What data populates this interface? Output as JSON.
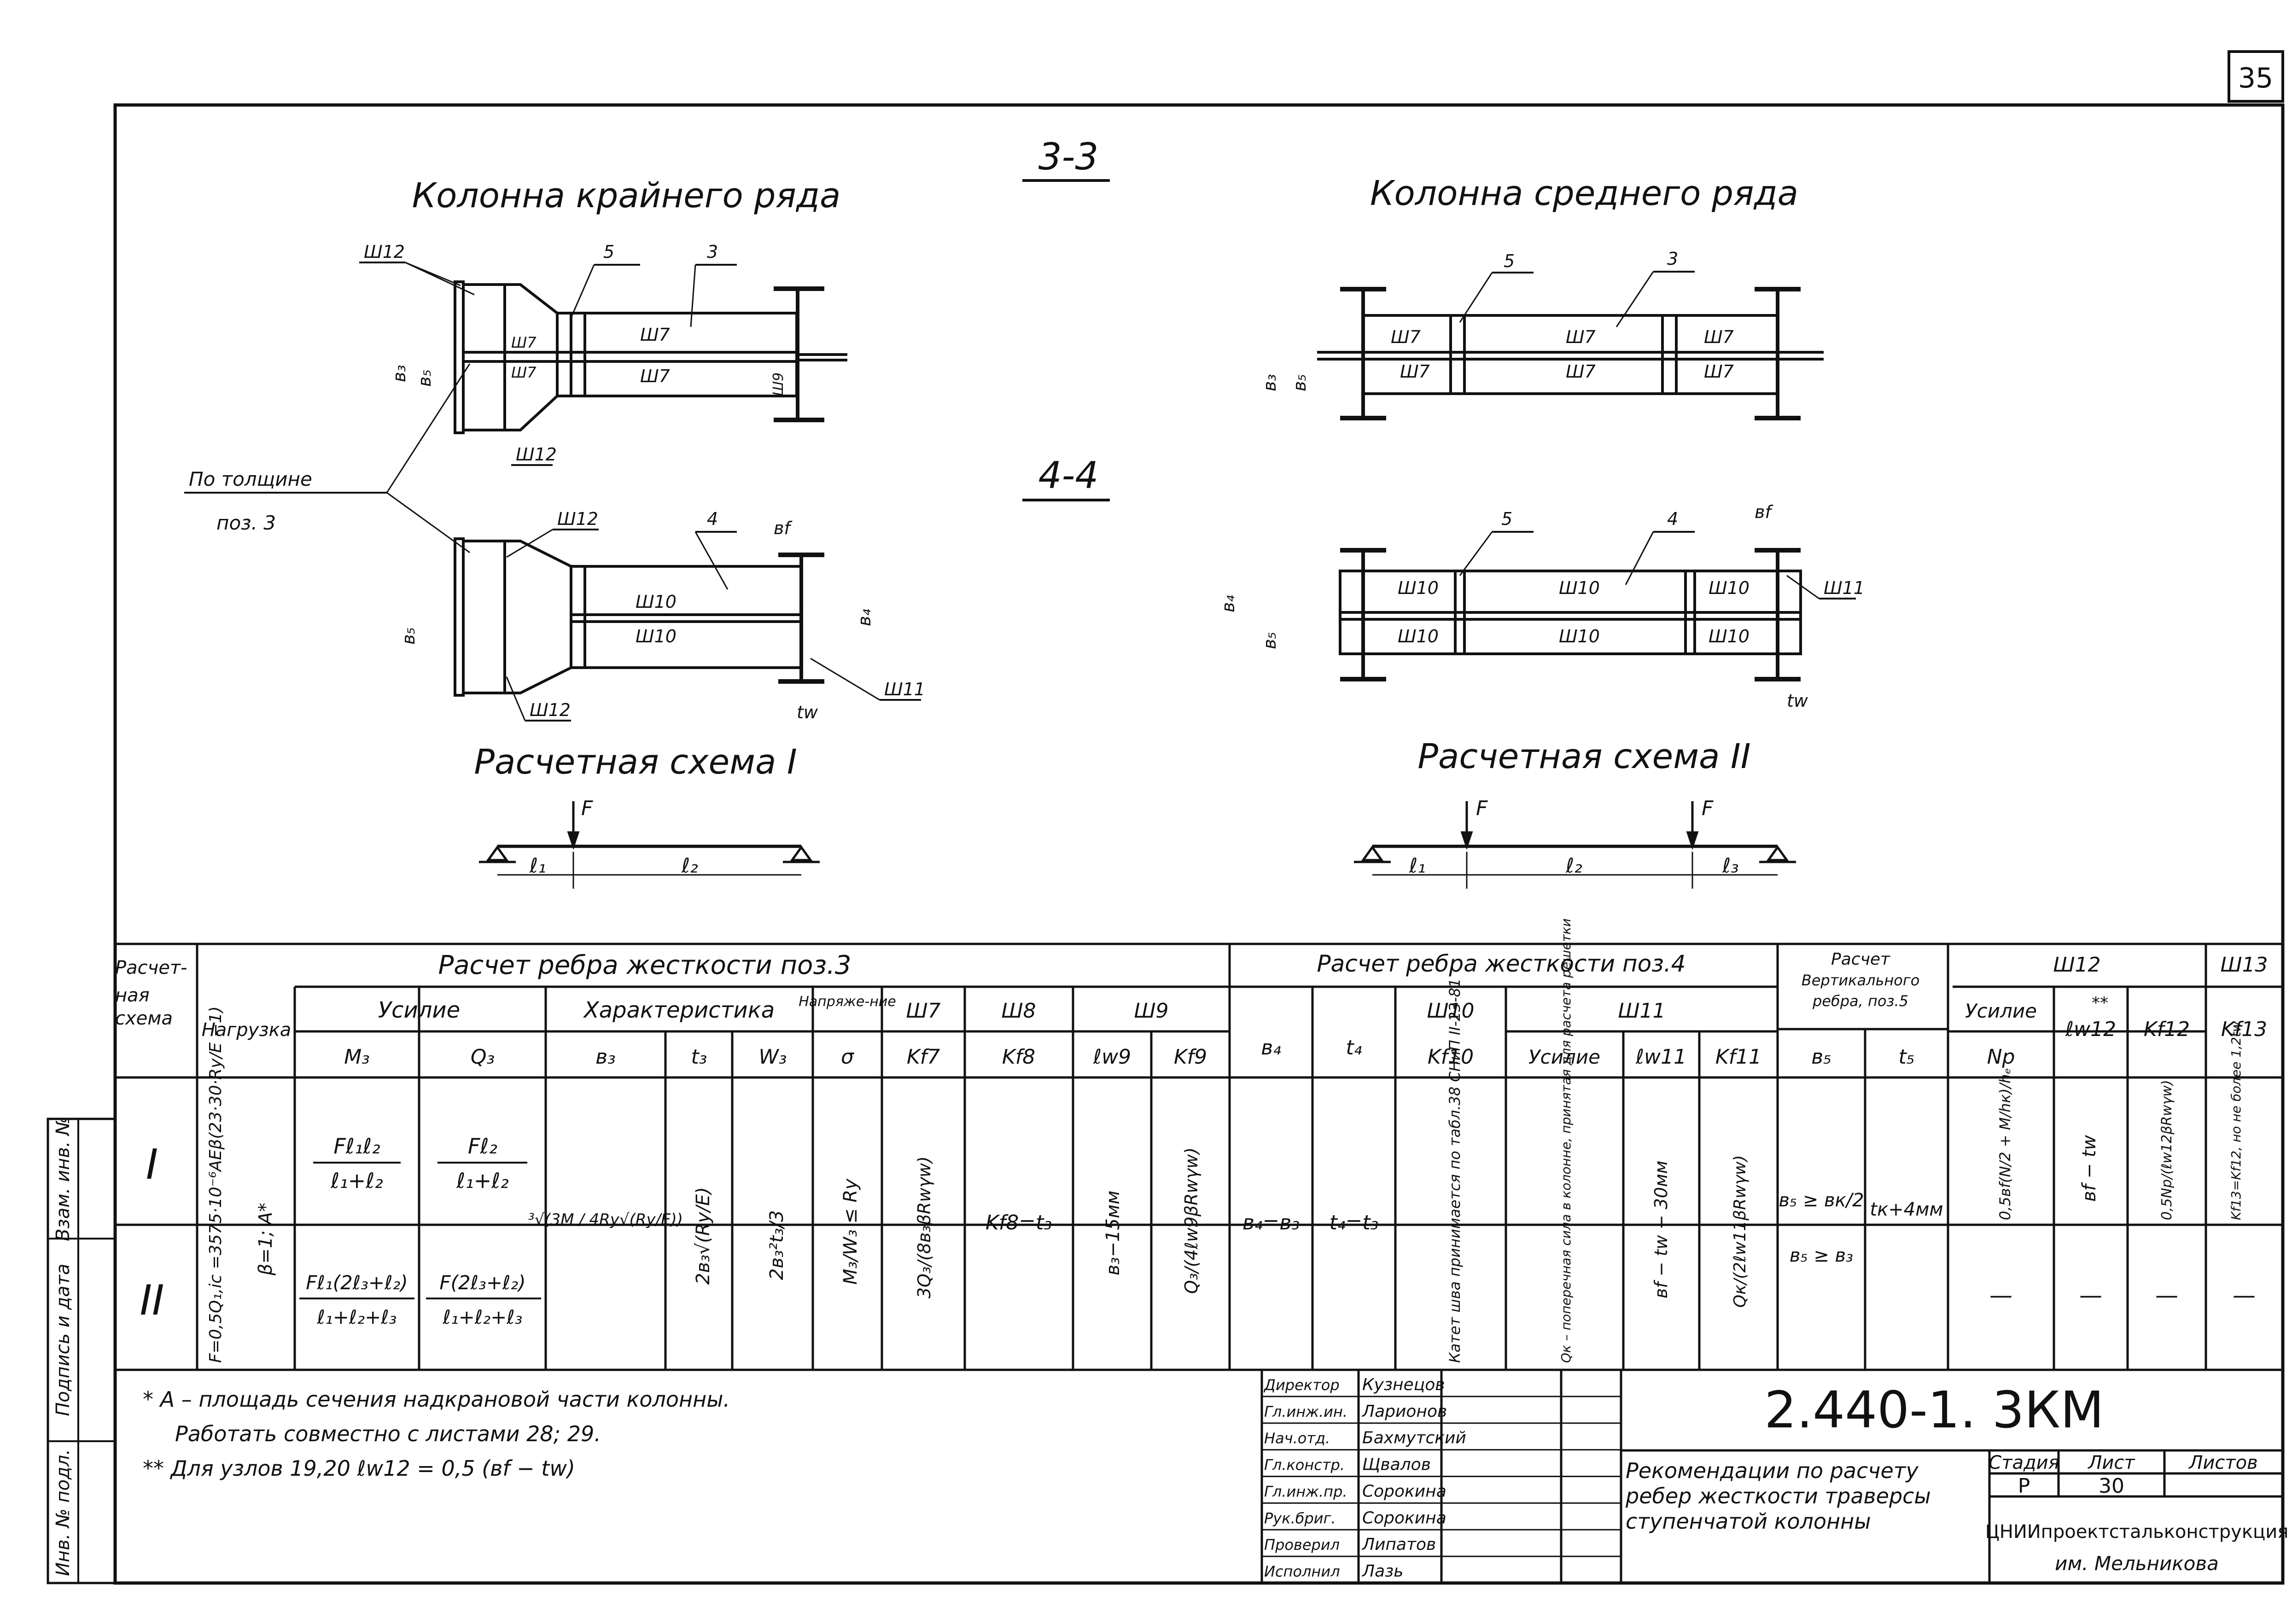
{
  "page_number": "35",
  "section_33": "3-3",
  "section_44": "4-4",
  "col_edge_title": "Колонна крайнего ряда",
  "col_mid_title": "Колонна среднего ряда",
  "scheme1_title": "Расчетная схема I",
  "scheme2_title": "Расчетная схема II",
  "thickness_note_1": "По толщине",
  "thickness_note_2": "поз. 3",
  "loads": {
    "F": "F",
    "l1": "ℓ₁",
    "l2": "ℓ₂",
    "l3": "ℓ₃"
  },
  "welds": {
    "w7": "Ш7",
    "w8": "Ш8",
    "w9": "Ш9",
    "w10": "Ш10",
    "w11": "Ш11",
    "w12": "Ш12",
    "w13": "Ш13"
  },
  "dims": {
    "b3": "в₃",
    "b4": "в₄",
    "b5": "в₅",
    "bf": "вf",
    "tw": "tw"
  },
  "pos": {
    "p3": "3",
    "p4": "4",
    "p5": "5"
  },
  "table": {
    "h_scheme": "Расчет-ная схема",
    "h_load": "Нагрузка",
    "h_rib3": "Расчет ребра жесткости поз.3",
    "h_rib4": "Расчет ребра жесткости поз.4",
    "h_rib5": "Расчет Вертикального ребра, поз.5",
    "h_force": "Усилие",
    "h_char": "Характеристика",
    "h_stress": "Напряже-ние",
    "h_w7": "Ш7",
    "h_w8": "Ш8",
    "h_w9": "Ш9",
    "h_w10": "Ш10",
    "h_w11": "Ш11",
    "h_w12": "Ш12",
    "h_w13": "Ш13",
    "h_force2": "Усилие",
    "h_force3": "Усилие",
    "c_M3": "M₃",
    "c_Q3": "Q₃",
    "c_b3": "в₃",
    "c_t3": "t₃",
    "c_W3": "W₃",
    "c_sig": "σ",
    "c_Kf7": "Kf7",
    "c_Kf8": "Kf8",
    "c_lw9": "ℓw9",
    "c_Kf9": "Kf9",
    "c_b4": "в₄",
    "c_t4": "t₄",
    "c_Kf10": "Kf10",
    "c_lw11": "ℓw11",
    "c_Kf11": "Kf11",
    "c_b5": "в₅",
    "c_t5": "t₅",
    "c_Np": "Np",
    "c_lw12": "ℓw12",
    "c_lw12_mark": "**",
    "c_Kf12": "Kf12",
    "c_Kf13": "Kf13",
    "row1": "I",
    "row2": "II",
    "load_formula": "F=0,5Q₁,ic =3575·10⁻⁶AEβ(23·30·Ry/E −1)",
    "beta": "β=1; A*",
    "M3_1_num": "Fℓ₁ℓ₂",
    "M3_1_den": "ℓ₁+ℓ₂",
    "Q3_1_num": "Fℓ₂",
    "Q3_1_den": "ℓ₁+ℓ₂",
    "M3_2_num": "Fℓ₁(2ℓ₃+ℓ₂)",
    "M3_2_den": "ℓ₁+ℓ₂+ℓ₃",
    "Q3_2_num": "F(2ℓ₃+ℓ₂)",
    "Q3_2_den": "ℓ₁+ℓ₂+ℓ₃",
    "b3_formula": "³√(3M / 4Ry√(Ry/E))",
    "t3_formula": "2в₃√(Ry/E)",
    "W3_formula": "2в₃²t₃/3",
    "sig_formula": "M₃/W₃ ≤ Ry",
    "Kf7_formula": "3Q₃/(8в₃βRwγw)",
    "Kf8_formula": "Kf8=t₃",
    "lw9_formula": "в₃−15мм",
    "Kf9_formula": "Q₃/(4ℓw9βRwγw)",
    "b4_formula": "в₄=в₃",
    "t4_formula": "t₄=t₃",
    "Kf10_text": "Катет шва принимается по табл.38 СНиП II-23-81",
    "w11_force_text": "Qк – поперечная сила в колонне, принятая для расчета решетки",
    "lw11_formula": "вf − tw − 30мм",
    "Kf11_formula": "Qк/(2ℓw11βRwγw)",
    "b5_formula_1": "в₅ ≥ вк/2",
    "b5_formula_2": "в₅ ≥ в₃",
    "t5_formula": "tк+4мм",
    "Np_formula": "0,5вf(N/2 + M/hк)/hₑ",
    "lw12_formula": "вf − tw",
    "Kf12_formula": "0,5Np/(ℓw12βRwγw)",
    "Kf13_formula": "Kf13=Kf12, но не более 1,2tw",
    "dash": "—"
  },
  "notes": {
    "n1": "* A – площадь сечения надкрановой части колонны.",
    "n2": "Работать совместно с листами 28; 29.",
    "n3": "** Для узлов 19,20   ℓw12 = 0,5 (вf − tw)"
  },
  "margin": {
    "m1": "Взам. инв. №",
    "m2": "Подпись и дата",
    "m3": "Инв. № подл."
  },
  "title_block": {
    "code": "2.440-1. 3КМ",
    "title": "Рекомендации по расчету ребер жесткости траверсы ступенчатой колонны",
    "stage_h": "Стадия",
    "sheet_h": "Лист",
    "sheets_h": "Листов",
    "stage": "Р",
    "sheet": "30",
    "sheets": "",
    "org_1": "ЦНИИпроектстальконструкция",
    "org_2": "им. Мельникова",
    "roles": [
      {
        "role": "Директор",
        "name": "Кузнецов"
      },
      {
        "role": "Гл.инж.ин.",
        "name": "Ларионов"
      },
      {
        "role": "Нач.отд.",
        "name": "Бахмутский"
      },
      {
        "role": "Гл.констр.",
        "name": "Щвалов"
      },
      {
        "role": "Гл.инж.пр.",
        "name": "Сорокина"
      },
      {
        "role": "Рук.бриг.",
        "name": "Сорокина"
      },
      {
        "role": "Проверил",
        "name": "Липатов"
      },
      {
        "role": "Исполнил",
        "name": "Лазь"
      }
    ]
  }
}
